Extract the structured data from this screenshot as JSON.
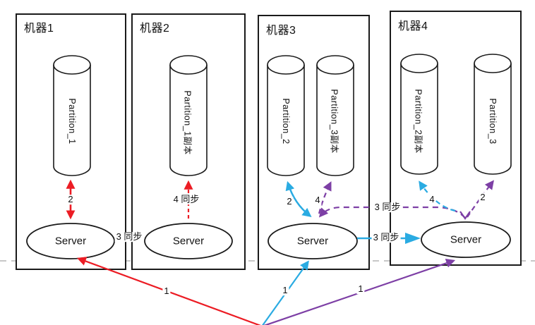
{
  "machines": [
    {
      "title": "机器1",
      "partitions": [
        "Partition_1"
      ],
      "server_label": "Server"
    },
    {
      "title": "机器2",
      "partitions": [
        "Partition_1副本"
      ],
      "server_label": "Server"
    },
    {
      "title": "机器3",
      "partitions": [
        "Partition_2",
        "Partition_3副本"
      ],
      "server_label": "Server"
    },
    {
      "title": "机器4",
      "partitions": [
        "Partition_2副本",
        "Partition_3"
      ],
      "server_label": "Server"
    }
  ],
  "arrow_labels": {
    "machine1_readwrite": "2",
    "machine2_sync": "4 同步",
    "server1_server2_sync": "3 同步",
    "machine3_readwrite": "2",
    "machine3_replica_write": "4",
    "server4_to_server3_sync": "3 同步",
    "server3_to_server4_sync": "3 同步",
    "machine4_replica_write": "4",
    "machine4_readwrite": "2",
    "request_to_server1": "1",
    "request_to_server3": "1",
    "request_to_server4": "1"
  },
  "colors": {
    "red": "#ec1c24",
    "cyan": "#2aabe2",
    "purple": "#7d3fa5",
    "baseline_dash_gray": "#b5b5b5",
    "outline": "#1a1a1a"
  }
}
